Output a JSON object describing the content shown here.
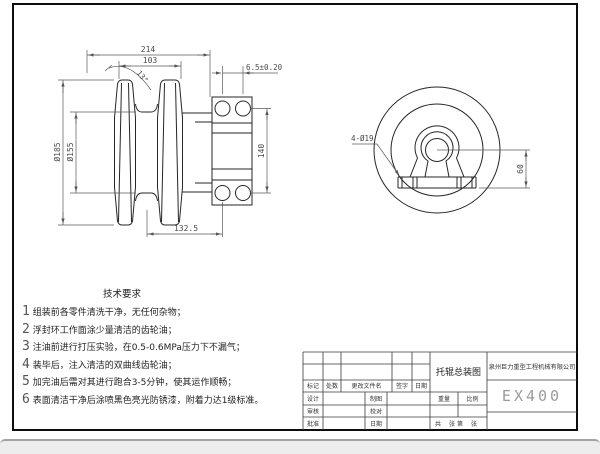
{
  "drawing": {
    "front_view": {
      "dim_width_total": "214",
      "dim_width_inner": "103",
      "dim_angle": "13°",
      "dim_gap": "6.5±0.20",
      "dim_dia_outer": "Ø185",
      "dim_dia_tread": "Ø155",
      "dim_hole_span": "140",
      "dim_offset": "132.5"
    },
    "side_view": {
      "label_holes": "4-Ø19",
      "dim_height": "60"
    }
  },
  "tech_requirements": {
    "title": "技术要求",
    "items": [
      "1 组装前各零件清洗干净，无任何杂物；",
      "2 浮封环工作面涂少量清洁的齿轮油；",
      "3 注油前进行打压实验，在0.5-0.6MPa压力下不漏气；",
      "4 装毕后，注入清洁的双曲线齿轮油；",
      "5 加完油后需对其进行跑合3-5分钟，使其运作顺畅；",
      "6 表面清洁干净后涂喷黑色亮光防锈漆，附着力达1级标准。"
    ]
  },
  "title_block": {
    "company": "泉州巨力重型工程机械有限公司",
    "drawing_title": "托辊总装图",
    "model": "EX400",
    "col_mark": "标记",
    "col_count": "处数",
    "col_change_doc": "更改文件名",
    "col_sign": "签字",
    "col_date": "日期",
    "row_design": "设计",
    "row_draft": "制图",
    "row_check": "审核",
    "row_proof": "校对",
    "row_approve": "批准",
    "row_date": "日期",
    "weight": "重量",
    "scale": "比例",
    "sheet_total_label": "共",
    "sheet_unit1": "张",
    "sheet_no_label": "第",
    "sheet_unit2": "张"
  }
}
